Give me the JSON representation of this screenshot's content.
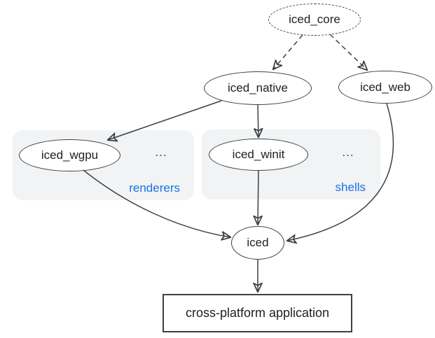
{
  "diagram": {
    "nodes": {
      "iced_core": {
        "label": "iced_core",
        "shape": "ellipse",
        "border": "dashed"
      },
      "iced_native": {
        "label": "iced_native",
        "shape": "ellipse",
        "border": "solid"
      },
      "iced_web": {
        "label": "iced_web",
        "shape": "ellipse",
        "border": "solid"
      },
      "iced_wgpu": {
        "label": "iced_wgpu",
        "shape": "ellipse",
        "border": "solid"
      },
      "iced_winit": {
        "label": "iced_winit",
        "shape": "ellipse",
        "border": "solid"
      },
      "iced": {
        "label": "iced",
        "shape": "ellipse",
        "border": "solid"
      },
      "app": {
        "label": "cross-platform application",
        "shape": "rectangle",
        "border": "solid"
      }
    },
    "groups": {
      "renderers": {
        "label": "renderers",
        "ellipsis": "...",
        "members": [
          "iced_wgpu"
        ]
      },
      "shells": {
        "label": "shells",
        "ellipsis": "...",
        "members": [
          "iced_winit"
        ]
      }
    },
    "edges": [
      {
        "from": "iced_core",
        "to": "iced_native",
        "style": "dashed"
      },
      {
        "from": "iced_core",
        "to": "iced_web",
        "style": "dashed"
      },
      {
        "from": "iced_native",
        "to": "iced_wgpu",
        "style": "solid"
      },
      {
        "from": "iced_native",
        "to": "iced_winit",
        "style": "solid"
      },
      {
        "from": "iced_winit",
        "to": "iced",
        "style": "solid"
      },
      {
        "from": "iced_wgpu",
        "to": "iced",
        "style": "solid"
      },
      {
        "from": "iced_web",
        "to": "iced",
        "style": "solid"
      },
      {
        "from": "iced",
        "to": "app",
        "style": "solid"
      }
    ],
    "colors": {
      "group_background": "#f1f3f4",
      "group_label": "#1a73e8",
      "stroke": "#3c4043",
      "text": "#202124",
      "background": "#ffffff"
    }
  }
}
